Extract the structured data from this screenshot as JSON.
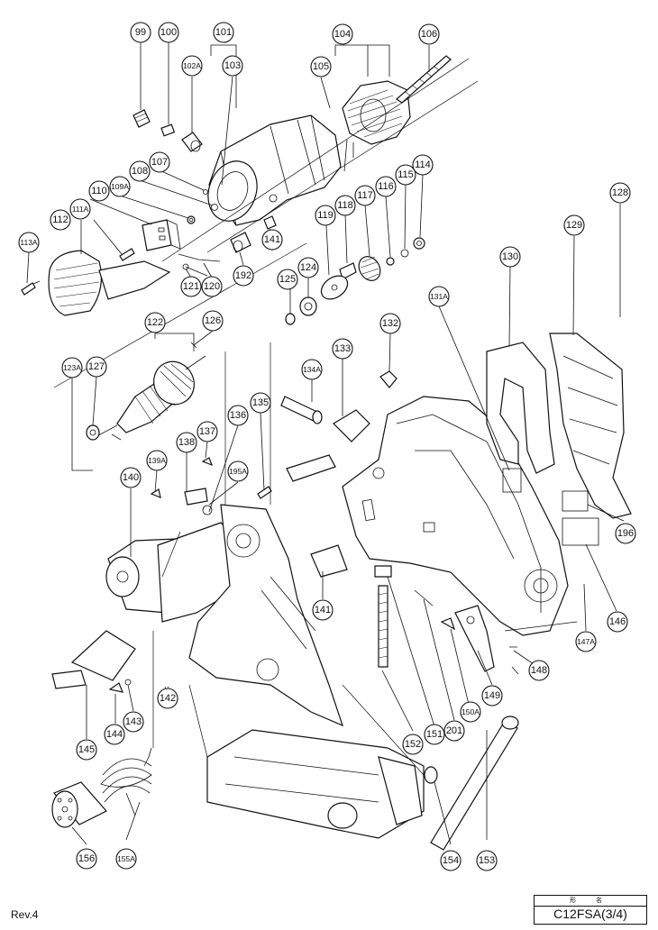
{
  "footer": {
    "revision": "Rev.4",
    "model_caption": "形 名",
    "model_name": "C12FSA(3/4)"
  },
  "callouts": [
    "99",
    "100",
    "101",
    "102A",
    "103",
    "104",
    "105",
    "106",
    "107",
    "108",
    "109A",
    "110",
    "111A",
    "112",
    "113A",
    "114",
    "115",
    "116",
    "117",
    "118",
    "119",
    "120",
    "121",
    "122",
    "123A",
    "124",
    "125",
    "126",
    "127",
    "128",
    "129",
    "130",
    "131A",
    "132",
    "133",
    "134A",
    "135",
    "136",
    "137",
    "138",
    "139A",
    "140",
    "141",
    "141",
    "142",
    "143",
    "144",
    "145",
    "146",
    "147A",
    "148",
    "149",
    "150A",
    "151",
    "152",
    "153",
    "154",
    "155A",
    "156",
    "192",
    "195A",
    "196",
    "201"
  ]
}
